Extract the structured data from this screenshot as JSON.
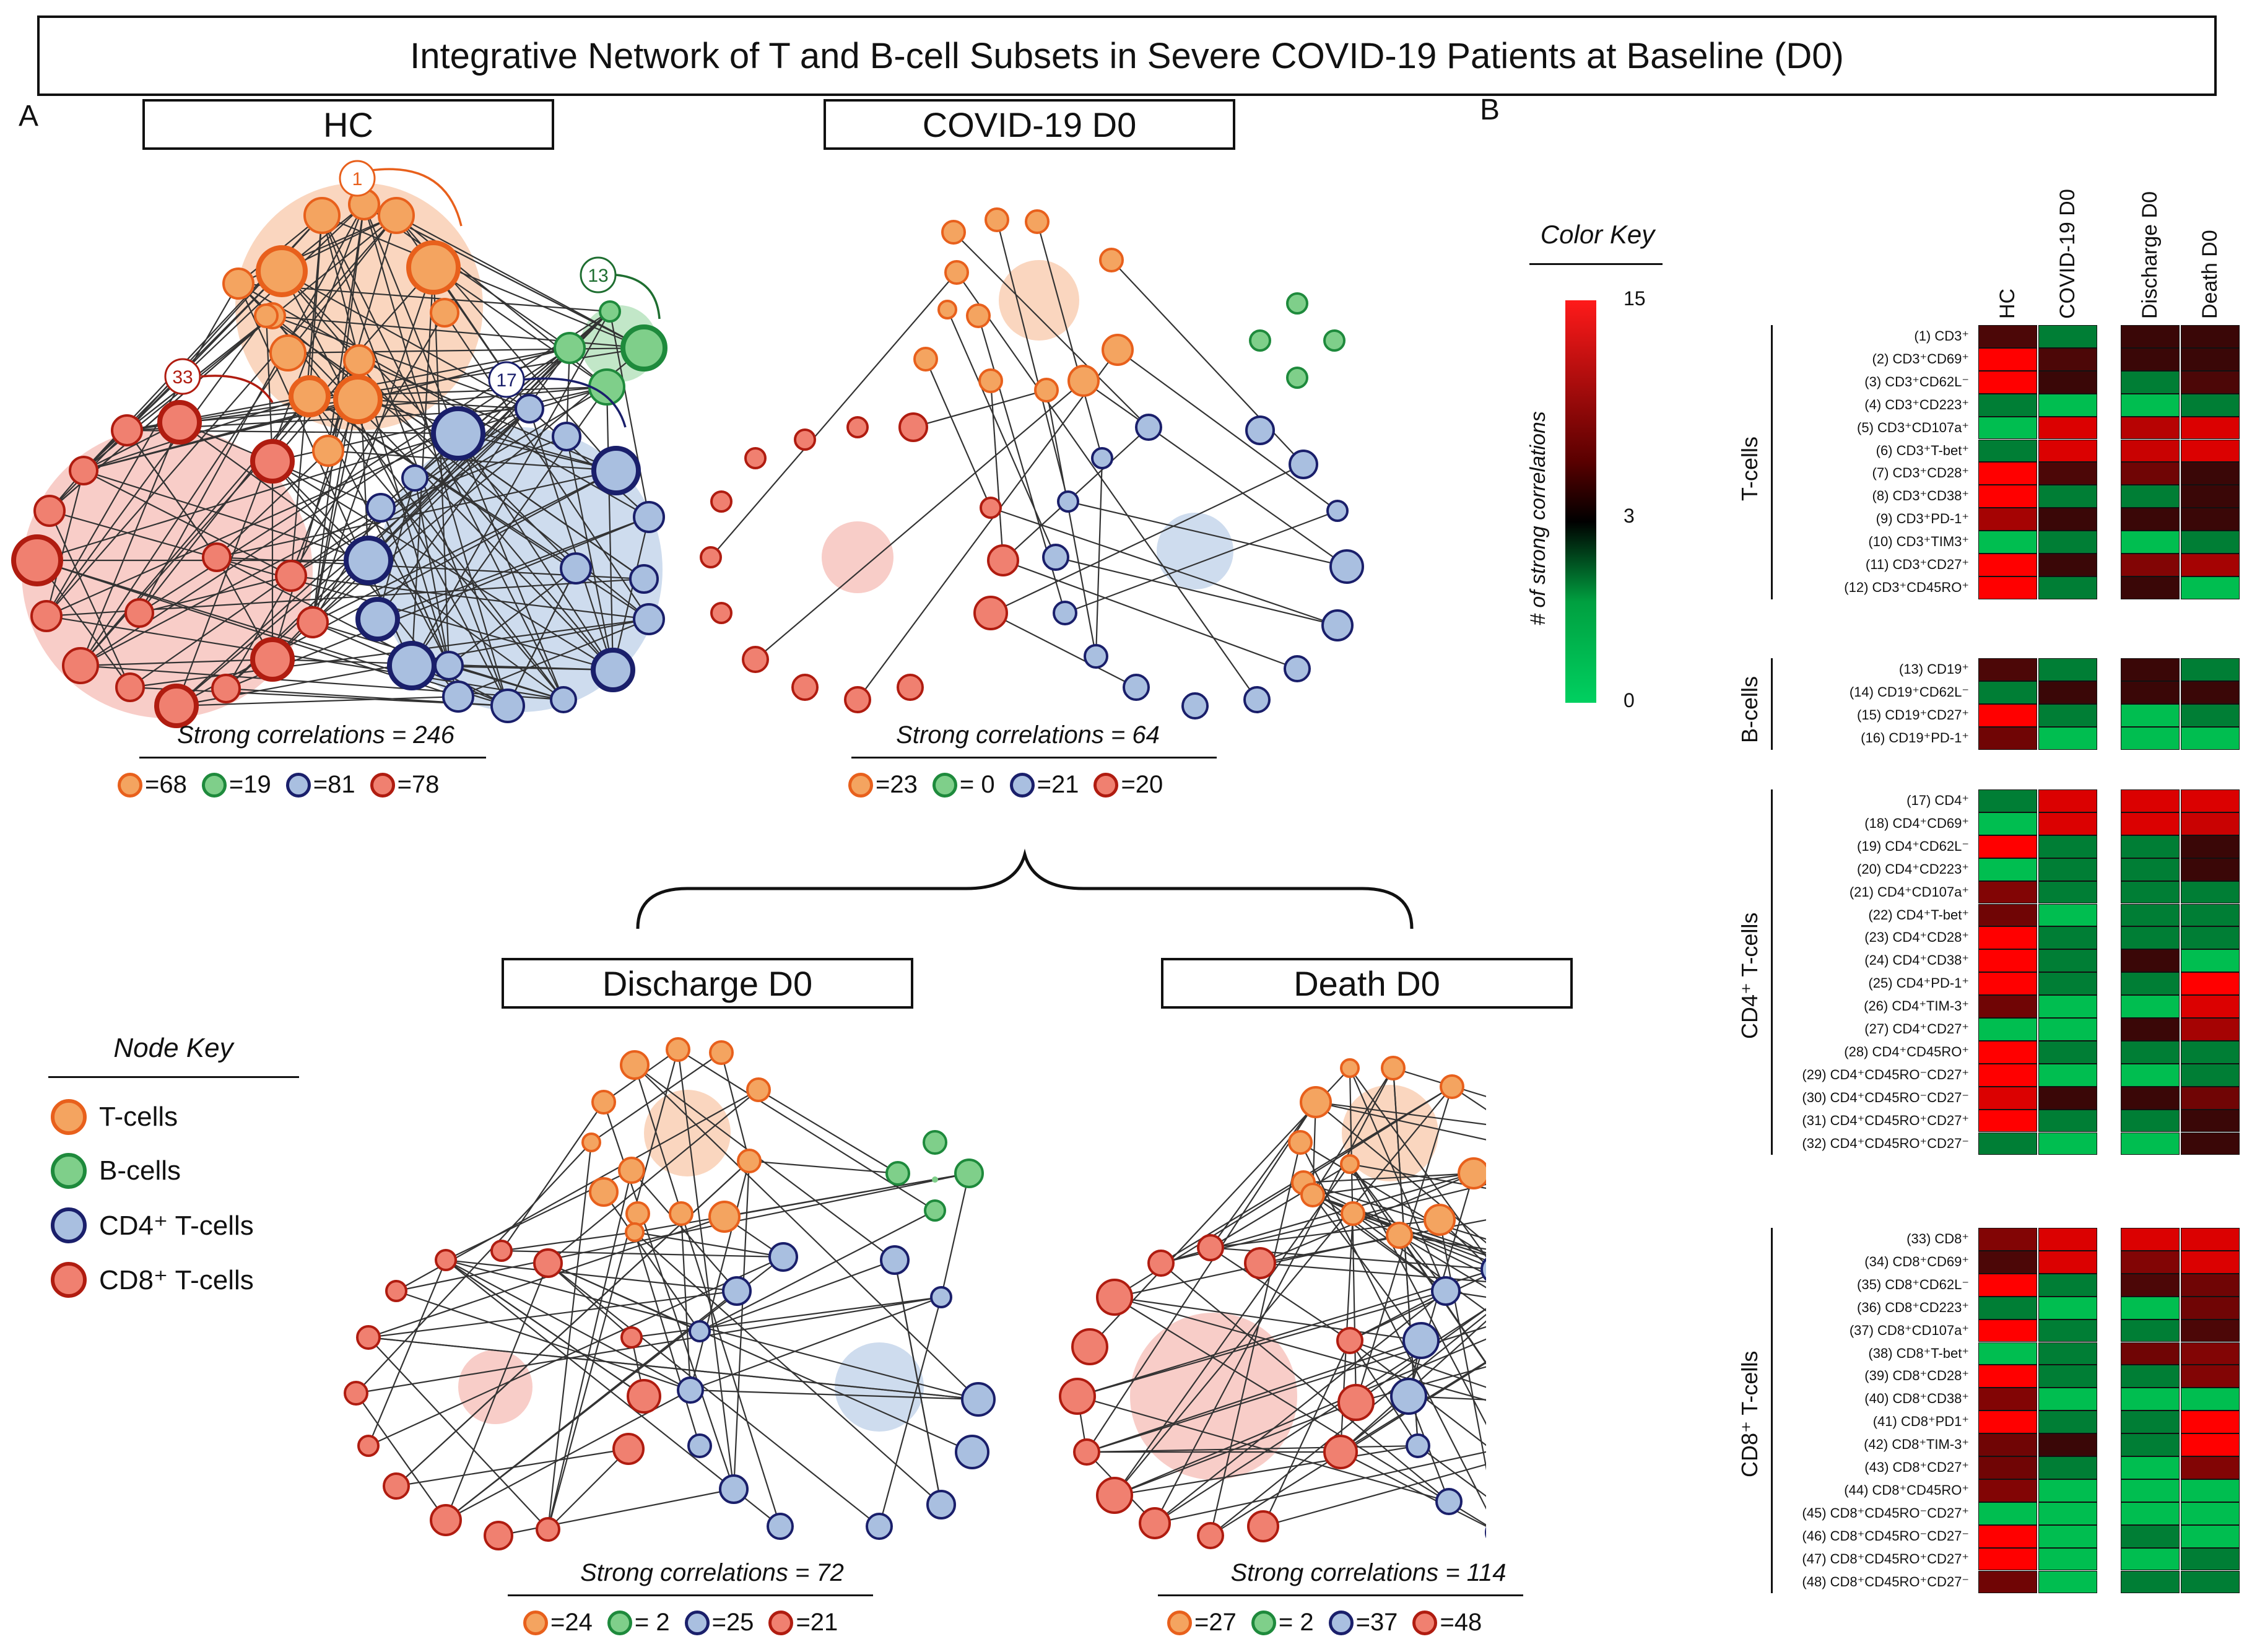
{
  "title": "Integrative Network of T and B-cell Subsets in Severe COVID-19 Patients at Baseline (D0)",
  "panel_a_letter": "A",
  "panel_b_letter": "B",
  "networks": {
    "hc": {
      "title": "HC",
      "strong": "Strong correlations = 246",
      "counts": [
        "=68",
        "=19",
        "=81",
        "=78"
      ],
      "annotations": [
        "1",
        "13",
        "17",
        "33"
      ]
    },
    "covid": {
      "title": "COVID-19 D0",
      "strong": "Strong correlations = 64",
      "counts": [
        "=23",
        "= 0",
        "=21",
        "=20"
      ]
    },
    "discharge": {
      "title": "Discharge D0",
      "strong": "Strong correlations = 72",
      "counts": [
        "=24",
        "= 2",
        "=25",
        "=21"
      ]
    },
    "death": {
      "title": "Death D0",
      "strong": "Strong correlations = 114",
      "counts": [
        "=27",
        "=  2",
        "=37",
        "=48"
      ]
    }
  },
  "node_key": {
    "title": "Node Key",
    "items": [
      {
        "label": "T-cells",
        "fill": "#f4a460",
        "stroke": "#e8601c"
      },
      {
        "label": "B-cells",
        "fill": "#7fcf8a",
        "stroke": "#1e8a3c"
      },
      {
        "label": "CD4⁺ T-cells",
        "fill": "#a9bfe0",
        "stroke": "#1a1f6b"
      },
      {
        "label": "CD8⁺ T-cells",
        "fill": "#f08070",
        "stroke": "#b01c10"
      }
    ]
  },
  "color_key": {
    "title": "Color Key",
    "label": "# of strong correlations",
    "ticks": [
      "15",
      "3",
      "0"
    ],
    "colors": {
      "high": "#ff0000",
      "mid": "#000000",
      "low": "#00c050"
    }
  },
  "heatmap": {
    "columns": [
      "HC",
      "COVID-19 D0",
      "Discharge D0",
      "Death D0"
    ],
    "groups": [
      {
        "label": "T-cells",
        "rows": [
          {
            "label": "(1) CD3⁺",
            "values": [
              5,
              1,
              4,
              4
            ]
          },
          {
            "label": "(2) CD3⁺CD69⁺",
            "values": [
              15,
              5,
              4,
              4
            ]
          },
          {
            "label": "(3) CD3⁺CD62L⁻",
            "values": [
              15,
              4,
              1,
              5
            ]
          },
          {
            "label": "(4) CD3⁺CD223⁺",
            "values": [
              1,
              0,
              0,
              1
            ]
          },
          {
            "label": "(5) CD3⁺CD107a⁺",
            "values": [
              0,
              13,
              11,
              13
            ]
          },
          {
            "label": "(6) CD3⁺T-bet⁺",
            "values": [
              1,
              13,
              12,
              13
            ]
          },
          {
            "label": "(7) CD3⁺CD28⁺",
            "values": [
              15,
              5,
              7,
              4
            ]
          },
          {
            "label": "(8) CD3⁺CD38⁺",
            "values": [
              15,
              1,
              1,
              4
            ]
          },
          {
            "label": "(9) CD3⁺PD-1⁺",
            "values": [
              10,
              4,
              4,
              4
            ]
          },
          {
            "label": "(10) CD3⁺TIM3⁺",
            "values": [
              0,
              1,
              0,
              1
            ]
          },
          {
            "label": "(11) CD3⁺CD27⁺",
            "values": [
              15,
              4,
              8,
              10
            ]
          },
          {
            "label": "(12) CD3⁺CD45RO⁺",
            "values": [
              15,
              1,
              4,
              0
            ]
          }
        ]
      },
      {
        "label": "B-cells",
        "rows": [
          {
            "label": "(13) CD19⁺",
            "values": [
              5,
              1,
              4,
              1
            ]
          },
          {
            "label": "(14) CD19⁺CD62L⁻",
            "values": [
              1,
              4,
              4,
              4
            ]
          },
          {
            "label": "(15) CD19⁺CD27⁺",
            "values": [
              15,
              1,
              0,
              1
            ]
          },
          {
            "label": "(16) CD19⁺PD-1⁺",
            "values": [
              7,
              0,
              0,
              0
            ]
          }
        ]
      },
      {
        "label": "CD4⁺ T-cells",
        "rows": [
          {
            "label": "(17) CD4⁺",
            "values": [
              1,
              13,
              13,
              13
            ]
          },
          {
            "label": "(18) CD4⁺CD69⁺",
            "values": [
              0,
              13,
              13,
              12
            ]
          },
          {
            "label": "(19) CD4⁺CD62L⁻",
            "values": [
              15,
              1,
              1,
              4
            ]
          },
          {
            "label": "(20) CD4⁺CD223⁺",
            "values": [
              0,
              1,
              1,
              4
            ]
          },
          {
            "label": "(21) CD4⁺CD107a⁺",
            "values": [
              8,
              1,
              1,
              1
            ]
          },
          {
            "label": "(22) CD4⁺T-bet⁺",
            "values": [
              7,
              0,
              1,
              1
            ]
          },
          {
            "label": "(23) CD4⁺CD28⁺",
            "values": [
              15,
              1,
              1,
              1
            ]
          },
          {
            "label": "(24) CD4⁺CD38⁺",
            "values": [
              15,
              1,
              4,
              0
            ]
          },
          {
            "label": "(25) CD4⁺PD-1⁺",
            "values": [
              15,
              1,
              1,
              15
            ]
          },
          {
            "label": "(26) CD4⁺TIM-3⁺",
            "values": [
              7,
              0,
              0,
              13
            ]
          },
          {
            "label": "(27) CD4⁺CD27⁺",
            "values": [
              0,
              0,
              4,
              10
            ]
          },
          {
            "label": "(28) CD4⁺CD45RO⁺",
            "values": [
              15,
              1,
              1,
              1
            ]
          },
          {
            "label": "(29) CD4⁺CD45RO⁻CD27⁺",
            "values": [
              15,
              0,
              0,
              1
            ]
          },
          {
            "label": "(30) CD4⁺CD45RO⁻CD27⁻",
            "values": [
              13,
              4,
              4,
              7
            ]
          },
          {
            "label": "(31) CD4⁺CD45RO⁺CD27⁺",
            "values": [
              15,
              1,
              1,
              4
            ]
          },
          {
            "label": "(32) CD4⁺CD45RO⁺CD27⁻",
            "values": [
              1,
              0,
              0,
              4
            ]
          }
        ]
      },
      {
        "label": "CD8⁺ T-cells",
        "rows": [
          {
            "label": "(33) CD8⁺",
            "values": [
              8,
              13,
              13,
              13
            ]
          },
          {
            "label": "(34) CD8⁺CD69⁺",
            "values": [
              5,
              13,
              8,
              13
            ]
          },
          {
            "label": "(35) CD8⁺CD62L⁻",
            "values": [
              15,
              1,
              5,
              7
            ]
          },
          {
            "label": "(36) CD8⁺CD223⁺",
            "values": [
              1,
              0,
              0,
              7
            ]
          },
          {
            "label": "(37) CD8⁺CD107a⁺",
            "values": [
              15,
              1,
              1,
              5
            ]
          },
          {
            "label": "(38) CD8⁺T-bet⁺",
            "values": [
              0,
              1,
              7,
              8
            ]
          },
          {
            "label": "(39) CD8⁺CD28⁺",
            "values": [
              15,
              1,
              1,
              8
            ]
          },
          {
            "label": "(40) CD8⁺CD38⁺",
            "values": [
              8,
              0,
              0,
              0
            ]
          },
          {
            "label": "(41) CD8⁺PD1⁺",
            "values": [
              15,
              1,
              1,
              15
            ]
          },
          {
            "label": "(42) CD8⁺TIM-3⁺",
            "values": [
              7,
              4,
              1,
              15
            ]
          },
          {
            "label": "(43) CD8⁺CD27⁺",
            "values": [
              7,
              1,
              0,
              8
            ]
          },
          {
            "label": "(44) CD8⁺CD45RO⁺",
            "values": [
              8,
              0,
              0,
              0
            ]
          },
          {
            "label": "(45) CD8⁺CD45RO⁻CD27⁺",
            "values": [
              0,
              0,
              0,
              0
            ]
          },
          {
            "label": "(46) CD8⁺CD45RO⁻CD27⁻",
            "values": [
              15,
              0,
              1,
              0
            ]
          },
          {
            "label": "(47) CD8⁺CD45RO⁺CD27⁺",
            "values": [
              15,
              0,
              0,
              1
            ]
          },
          {
            "label": "(48) CD8⁺CD45RO⁺CD27⁻",
            "values": [
              7,
              0,
              1,
              1
            ]
          }
        ]
      }
    ]
  }
}
